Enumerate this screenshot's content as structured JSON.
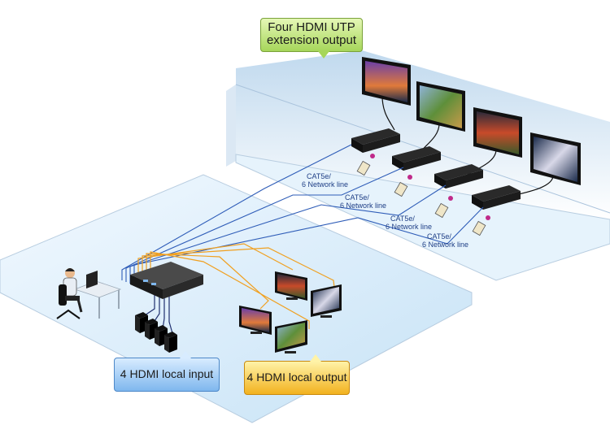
{
  "callouts": {
    "extension_output": {
      "line1": "Four HDMI UTP",
      "line2": "extension output"
    },
    "local_input": "4 HDMI local input",
    "local_output": "4 HDMI local output"
  },
  "cable_labels": [
    {
      "line1": "CAT5e/",
      "line2": "6 Network line"
    },
    {
      "line1": "CAT5e/",
      "line2": "6 Network line"
    },
    {
      "line1": "CAT5e/",
      "line2": "6 Network line"
    },
    {
      "line1": "CAT5e/",
      "line2": "6 Network line"
    }
  ],
  "colors": {
    "utp_cable": "#2f5db8",
    "hdmi_output_cable": "#f0a020",
    "hdmi_input_cable": "#1f2f6f",
    "callout_green": "#a6d65a",
    "callout_blue": "#7fb7ee",
    "callout_orange": "#f2b21f"
  }
}
